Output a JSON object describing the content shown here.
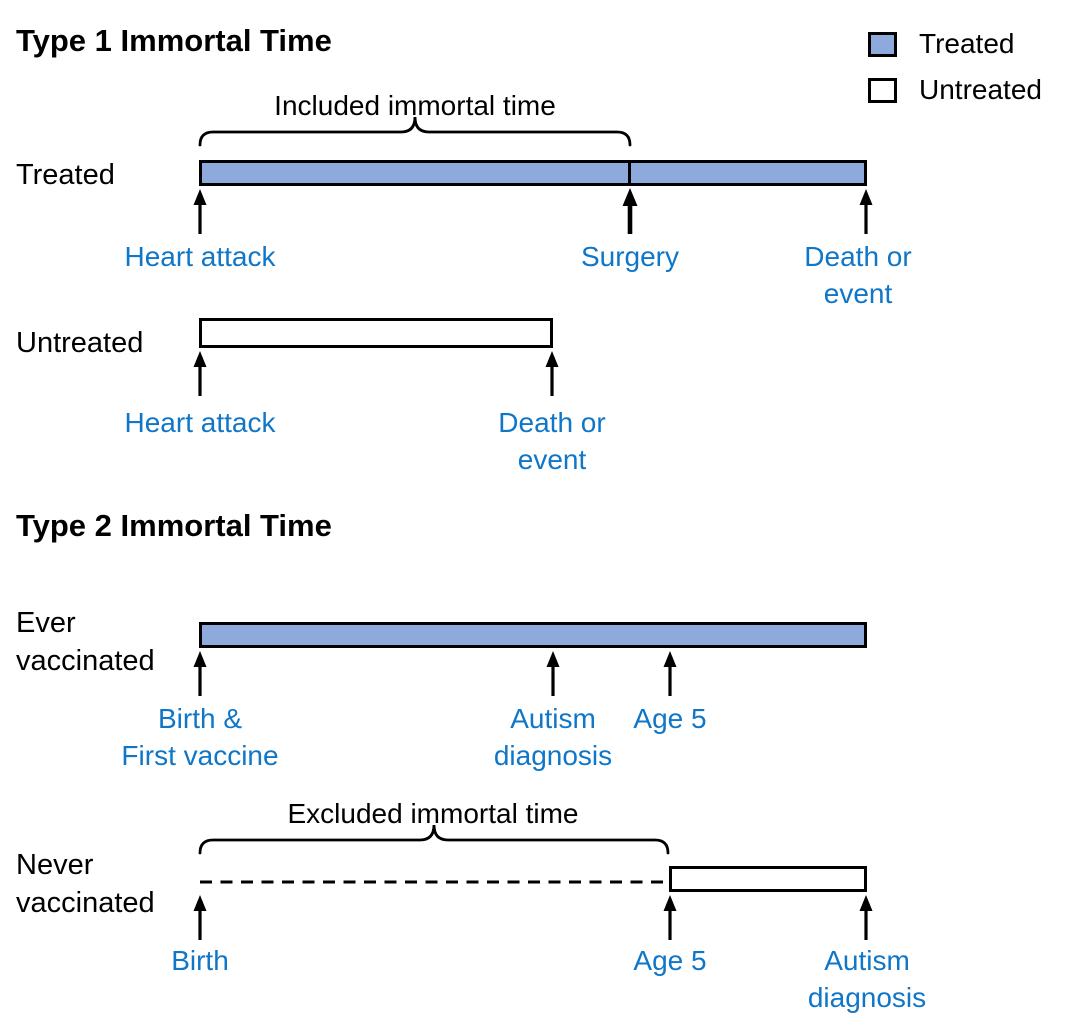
{
  "colors": {
    "treated_fill": "#8EA9DB",
    "untreated_fill": "#FFFFFF",
    "event_label": "#0F76C8",
    "line": "#000000"
  },
  "legend": {
    "treated_label": "Treated",
    "untreated_label": "Untreated"
  },
  "type1": {
    "title": "Type 1 Immortal Time",
    "brace_label": "Included immortal time",
    "treated": {
      "row_label": "Treated",
      "events": {
        "heart_attack": {
          "line1": "Heart attack"
        },
        "surgery": {
          "line1": "Surgery"
        },
        "death": {
          "line1": "Death or",
          "line2": "event"
        }
      }
    },
    "untreated": {
      "row_label": "Untreated",
      "events": {
        "heart_attack": {
          "line1": "Heart attack"
        },
        "death": {
          "line1": "Death or",
          "line2": "event"
        }
      }
    }
  },
  "type2": {
    "title": "Type 2 Immortal Time",
    "brace_label": "Excluded immortal time",
    "ever": {
      "row_label_line1": "Ever",
      "row_label_line2": "vaccinated",
      "events": {
        "birth_first_vaccine": {
          "line1": "Birth &",
          "line2": "First vaccine"
        },
        "autism": {
          "line1": "Autism",
          "line2": "diagnosis"
        },
        "age5": {
          "line1": "Age 5"
        }
      }
    },
    "never": {
      "row_label_line1": "Never",
      "row_label_line2": "vaccinated",
      "events": {
        "birth": {
          "line1": "Birth"
        },
        "age5": {
          "line1": "Age 5"
        },
        "autism": {
          "line1": "Autism",
          "line2": "diagnosis"
        }
      }
    }
  }
}
